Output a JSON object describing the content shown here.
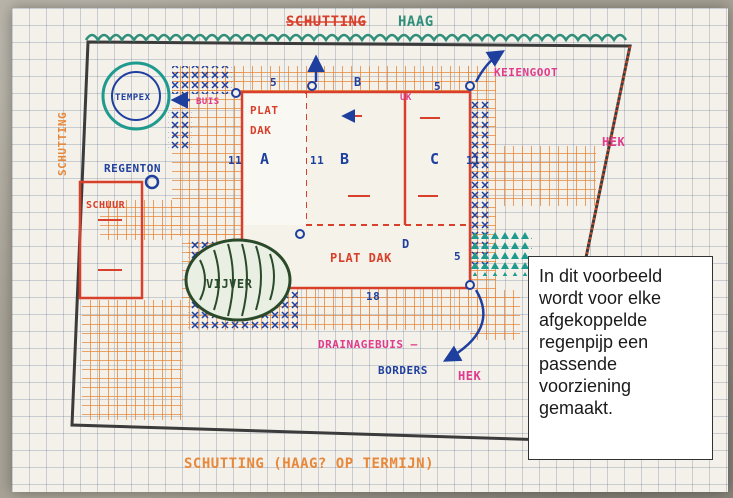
{
  "labels": {
    "schutting_top": "SCHUTTING",
    "haag": "HAAG",
    "schutting_left": "SCHUTTING",
    "schutting_bottom": "SCHUTTING (HAAG? OP TERMIJN)",
    "keiengoot": "KEIENGOOT",
    "hek_right": "HEK",
    "hek_bottom": "HEK",
    "tempex": "TEMPEX",
    "buis": "BUIS",
    "regenton": "REGENTON",
    "schuur": "SCHUUR",
    "plat_dak_1": "PLAT",
    "plat_dak_2": "DAK",
    "roof_a": "A",
    "roof_b": "B",
    "roof_c": "C",
    "roof_d": "D",
    "roof_b_top": "B",
    "plat_dak_bottom": "PLAT DAK",
    "vijver": "VIJVER",
    "drainagebuis": "DRAINAGEBUIS –",
    "borders": "BORDERS",
    "uk": "UK",
    "n5a": "5",
    "n5b": "5",
    "n5c": "5",
    "n11a": "11",
    "n11b": "11",
    "n11c": "11",
    "n18": "18"
  },
  "caption": {
    "text": "In dit voorbeeld wordt voor elke afgekoppelde regenpijp een passende voorziening gemaakt."
  },
  "colors": {
    "paper": "#f3f1ea",
    "grid": "#5a6e8c",
    "ink_orange": "#e8883a",
    "ink_red": "#d9402c",
    "ink_pink": "#e03a8c",
    "ink_blue": "#1f3f9e",
    "ink_teal": "#1e9a8e",
    "ink_green": "#2f8f7a",
    "ink_dark": "#3b3b3b"
  }
}
